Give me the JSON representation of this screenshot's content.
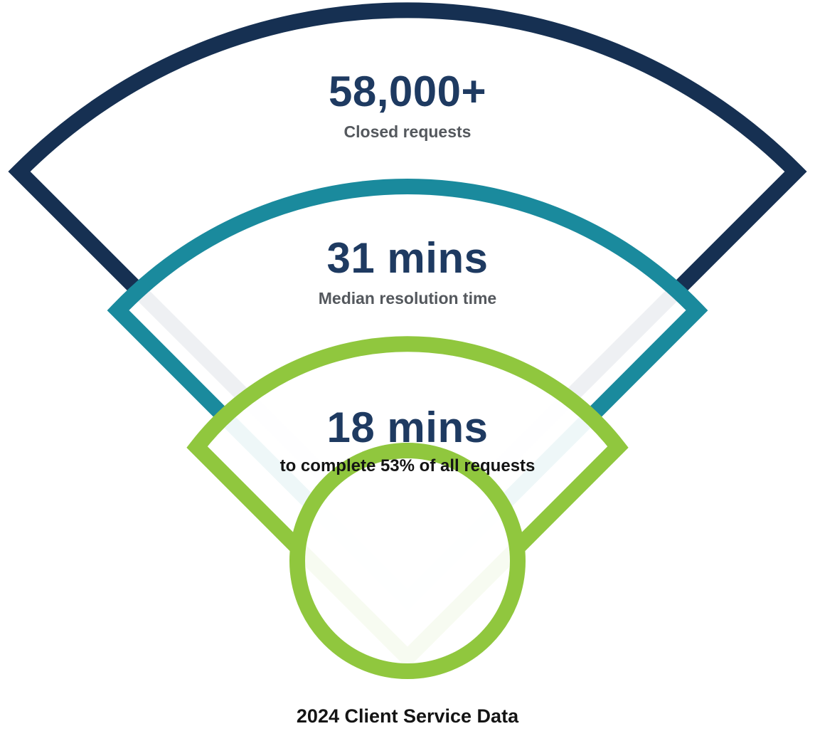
{
  "colors": {
    "navy": "#163052",
    "teal": "#1a8a9d",
    "green": "#90c73e",
    "navy_text": "#1e3a61",
    "gray_text": "#54585d",
    "black_text": "#141414",
    "background": "#ffffff"
  },
  "funnel": {
    "stages": [
      {
        "value": "58,000+",
        "label": "Closed requests"
      },
      {
        "value": "31 mins",
        "label": "Median resolution time"
      },
      {
        "value": "18 mins",
        "label": "to complete 53% of all requests"
      }
    ],
    "caption": "2024 Client Service Data"
  },
  "chart_data": {
    "type": "funnel",
    "title": "2024 Client Service Data",
    "stages": [
      {
        "stage": 1,
        "value": "58,000+",
        "value_numeric": 58000,
        "label": "Closed requests",
        "color": "#163052"
      },
      {
        "stage": 2,
        "value": "31 mins",
        "value_numeric": 31,
        "unit": "minutes",
        "label": "Median resolution time",
        "color": "#1a8a9d"
      },
      {
        "stage": 3,
        "value": "18 mins",
        "value_numeric": 18,
        "unit": "minutes",
        "label": "to complete 53% of all requests",
        "percent_of_all_requests": 53,
        "color": "#90c73e"
      }
    ],
    "layout_hints": {
      "orientation": "nested fan bands converging to a circular spout at bottom center",
      "band_stroke_width_px": 22,
      "edge_angle_deg": 45
    }
  }
}
